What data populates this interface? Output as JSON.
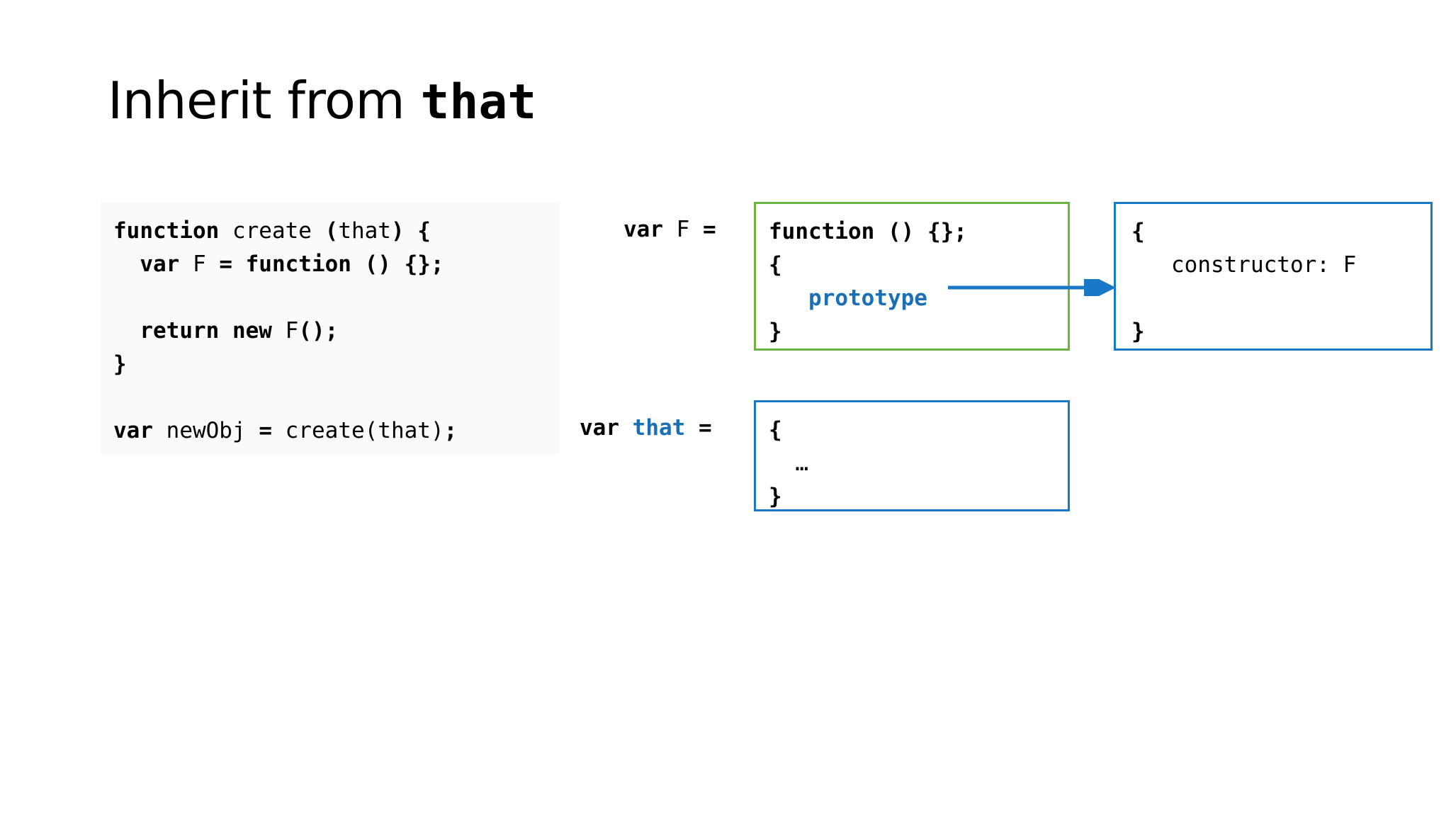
{
  "title": {
    "plain": "Inherit from ",
    "code": "that"
  },
  "colors": {
    "green_border": "#6cb33f",
    "blue_border": "#1a79c7",
    "accent_blue": "#1a6fb5",
    "code_panel_bg": "#fafafa",
    "text": "#000000"
  },
  "left_code_panel": {
    "name": "create-function-code",
    "lines": [
      {
        "type": "code",
        "tokens": [
          {
            "text": "function ",
            "style": "kw"
          },
          {
            "text": "create ",
            "style": "id"
          },
          {
            "text": "(",
            "style": "kw"
          },
          {
            "text": "that",
            "style": "id"
          },
          {
            "text": ") {",
            "style": "kw"
          }
        ]
      },
      {
        "type": "code",
        "tokens": [
          {
            "text": "  var ",
            "style": "kw"
          },
          {
            "text": "F ",
            "style": "id"
          },
          {
            "text": "= function () {};",
            "style": "kw"
          }
        ]
      },
      {
        "type": "blank",
        "tokens": []
      },
      {
        "type": "code",
        "tokens": [
          {
            "text": "  return new ",
            "style": "kw"
          },
          {
            "text": "F",
            "style": "id"
          },
          {
            "text": "();",
            "style": "kw"
          }
        ]
      },
      {
        "type": "code",
        "tokens": [
          {
            "text": "}",
            "style": "kw"
          }
        ]
      },
      {
        "type": "blank",
        "tokens": []
      },
      {
        "type": "code",
        "tokens": [
          {
            "text": "var ",
            "style": "kw"
          },
          {
            "text": "newObj ",
            "style": "id"
          },
          {
            "text": "= ",
            "style": "kw"
          },
          {
            "text": "create(that)",
            "style": "id"
          },
          {
            "text": ";",
            "style": "kw"
          }
        ]
      }
    ]
  },
  "green_box": {
    "name": "function-object-box",
    "label": "var F = ",
    "label_tokens": [
      {
        "text": "var ",
        "style": "kw"
      },
      {
        "text": "F ",
        "style": "id"
      },
      {
        "text": "=",
        "style": "kw"
      }
    ],
    "lines": [
      {
        "tokens": [
          {
            "text": "function () {};",
            "style": "kw"
          }
        ]
      },
      {
        "tokens": [
          {
            "text": "{",
            "style": "kw"
          }
        ]
      },
      {
        "tokens": [
          {
            "text": "   prototype",
            "style": "blue"
          }
        ]
      },
      {
        "tokens": [
          {
            "text": "}",
            "style": "kw"
          }
        ]
      }
    ]
  },
  "prototype_box": {
    "name": "prototype-object-box",
    "lines": [
      {
        "tokens": [
          {
            "text": "{",
            "style": "kw"
          }
        ]
      },
      {
        "tokens": [
          {
            "text": "   constructor: F",
            "style": "id"
          }
        ]
      },
      {
        "tokens": [
          {
            "text": "",
            "style": "id"
          }
        ]
      },
      {
        "tokens": [
          {
            "text": "}",
            "style": "kw"
          }
        ]
      }
    ]
  },
  "that_box": {
    "name": "that-object-box",
    "label_tokens": [
      {
        "text": "var ",
        "style": "kw"
      },
      {
        "text": "that ",
        "style": "blue"
      },
      {
        "text": "=",
        "style": "kw"
      }
    ],
    "lines": [
      {
        "tokens": [
          {
            "text": "{",
            "style": "kw"
          }
        ]
      },
      {
        "tokens": [
          {
            "text": "  …",
            "style": "id"
          }
        ]
      },
      {
        "tokens": [
          {
            "text": "}",
            "style": "kw"
          }
        ]
      }
    ]
  },
  "arrow": {
    "name": "prototype-link-arrow",
    "from": "prototype",
    "to": "prototype-object-box",
    "color": "#1a79c7"
  }
}
